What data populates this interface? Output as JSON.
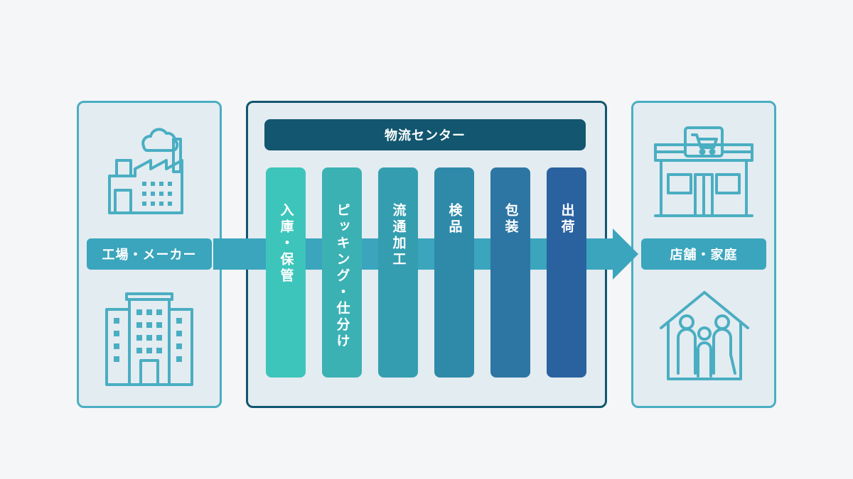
{
  "left": {
    "label": "工場・メーカー",
    "icons": [
      "factory-icon",
      "office-building-icon"
    ]
  },
  "center": {
    "title": "物流センター",
    "steps": [
      {
        "label": "入庫・保管",
        "color": "#3dc5bb"
      },
      {
        "label": "ピッキング・仕分け",
        "color": "#3bb1b4"
      },
      {
        "label": "流通加工",
        "color": "#349eb0"
      },
      {
        "label": "検品",
        "color": "#2e8aa8"
      },
      {
        "label": "包装",
        "color": "#2d76a4"
      },
      {
        "label": "出荷",
        "color": "#2a62a0"
      }
    ]
  },
  "right": {
    "label": "店舗・家庭",
    "icons": [
      "store-icon",
      "family-home-icon"
    ]
  },
  "colors": {
    "accent": "#4aaec2",
    "dark": "#12566f",
    "panel_bg": "#e3ecf1",
    "arrow": "#3aa5bc"
  }
}
